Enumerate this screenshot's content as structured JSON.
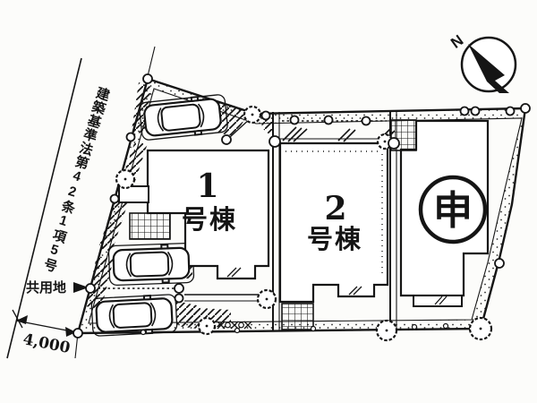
{
  "compass": {
    "north_label": "N"
  },
  "annotations": {
    "road_note": "建築基準法第42条1項5号",
    "common_area_label": "共用地",
    "road_width_dimension": "4,000"
  },
  "buildings": [
    {
      "id": "1",
      "number": "1",
      "suffix": "号棟"
    },
    {
      "id": "2",
      "number": "2",
      "suffix": "号棟"
    },
    {
      "id": "3",
      "status_mark": "申"
    }
  ],
  "icons": {
    "north_arrow": "compass-needle",
    "car": "car-top-view",
    "tree": "shrub-circle"
  },
  "colors": {
    "background": "#fcfcfa",
    "line": "#151515"
  }
}
